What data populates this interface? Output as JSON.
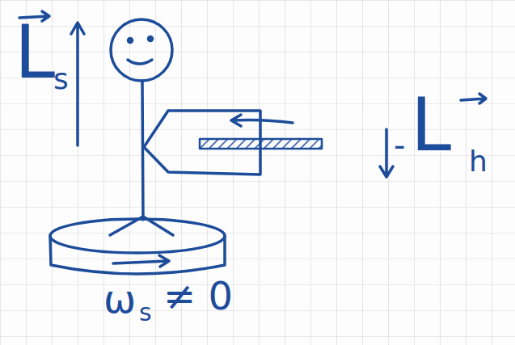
{
  "diagram": {
    "labels": [
      "L",
      "s",
      "-",
      "L",
      "h",
      "ω",
      "s",
      "≠ 0"
    ]
  }
}
